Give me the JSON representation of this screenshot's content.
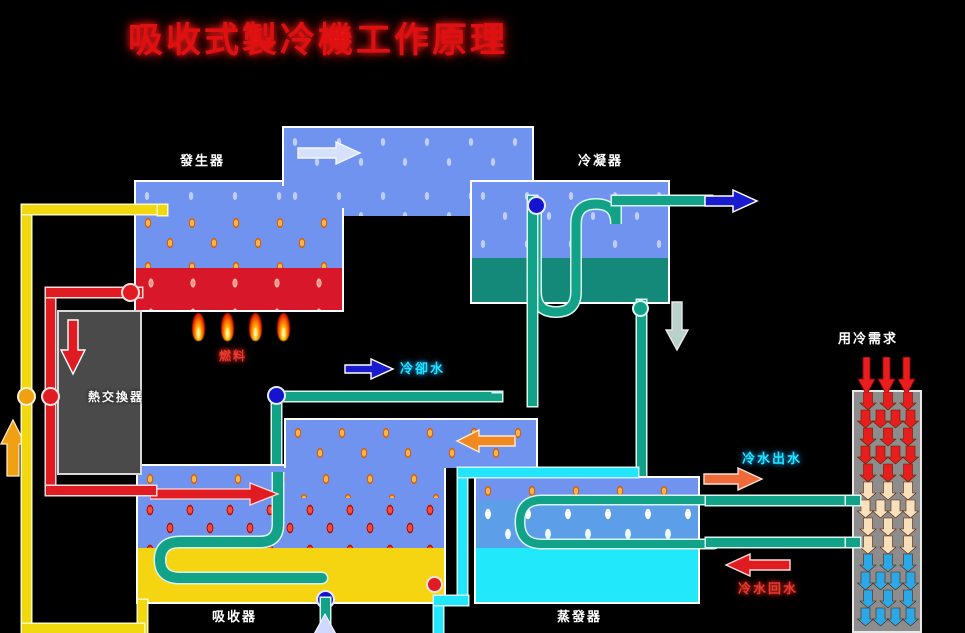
{
  "title": "吸收式製冷機工作原理",
  "components": {
    "generator": "發生器",
    "condenser": "冷凝器",
    "absorber": "吸收器",
    "evaporator": "蒸發器",
    "heat_exchanger": "熱交換器",
    "fuel": "燃料",
    "cooling_water": "冷卻水",
    "cooling_demand": "用冷需求",
    "chilled_water_supply": "冷水出水",
    "chilled_water_return": "冷水回水"
  },
  "colors": {
    "title_red": "#e01010",
    "vessel_blue": "#6f93ef",
    "generator_hot_red": "#d8182a",
    "absorber_pool_yellow": "#f5d412",
    "evaporator_pool_cyan": "#21e8fb",
    "condenser_pool_teal": "#14897a",
    "cooling_pipe_teal": "#12a287",
    "chilled_pipe_cyan": "#22e6ff",
    "hot_solution_red": "#e01b22",
    "weak_solution_yellow": "#f2d80f",
    "label_cyan": "#22e6ff",
    "tower_gray": "#8d8d8d"
  },
  "flow_arrows": {
    "vapor_to_condenser": "white-right-arrow",
    "cooling_water_out": "blue-right-arrow",
    "cooling_water_down": "white-down-arrow",
    "cooling_water_in": "blue-right-arrow",
    "refrigerant_vapor_left": "orange-left-arrow",
    "chilled_supply": "orange-right-arrow",
    "chilled_return": "red-left-arrow",
    "heat_exchanger_down": "red-down-arrow",
    "heat_exchanger_up": "orange-up-arrow",
    "absorber_feed": "red-right-arrow"
  },
  "fuel_flames": 4,
  "tower_arrow_rows": [
    {
      "color": "#e81d1d",
      "count": 3
    },
    {
      "color": "#e81d1d",
      "count": 4
    },
    {
      "color": "#e81d1d",
      "count": 3
    },
    {
      "color": "#e81d1d",
      "count": 4
    },
    {
      "color": "#e81d1d",
      "count": 3
    },
    {
      "color": "#f7e0bb",
      "count": 3
    },
    {
      "color": "#f7e0bb",
      "count": 4
    },
    {
      "color": "#f7e0bb",
      "count": 3
    },
    {
      "color": "#f7e0bb",
      "count": 3
    },
    {
      "color": "#2ba8e8",
      "count": 3
    },
    {
      "color": "#2ba8e8",
      "count": 4
    },
    {
      "color": "#2ba8e8",
      "count": 3
    },
    {
      "color": "#2ba8e8",
      "count": 4
    }
  ]
}
